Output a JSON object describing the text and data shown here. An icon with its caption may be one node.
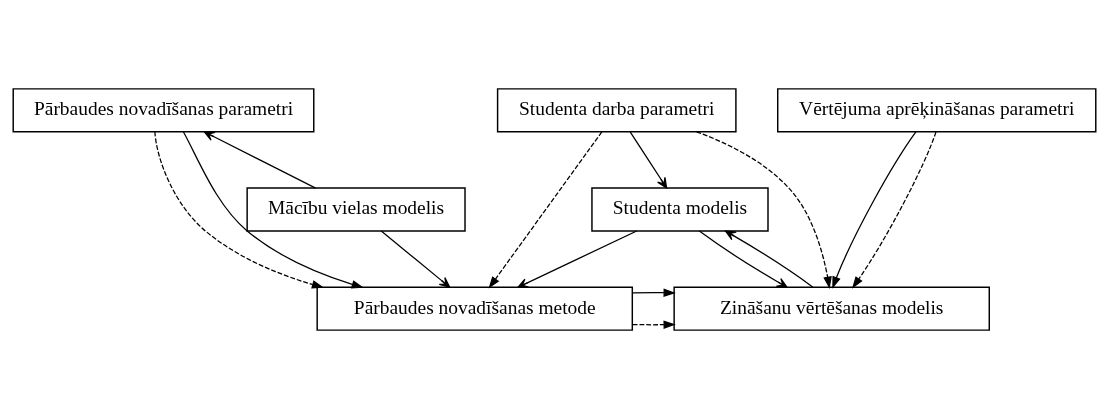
{
  "diagram": {
    "nodes": [
      {
        "text": [
          "Pārbaudes novadīšanas parametri"
        ]
      },
      {
        "text": [
          "Studenta darba parametri"
        ]
      },
      {
        "text": [
          "Vērtējuma aprēķināšanas parametri"
        ]
      },
      {
        "text": [
          "Mācību vielas modelis"
        ]
      },
      {
        "text": [
          "Studenta modelis"
        ]
      },
      {
        "text": [
          "Pārbaudes novadīšanas metode"
        ]
      },
      {
        "text": [
          "Zināšanu vērtēšanas modelis"
        ]
      }
    ],
    "edges": [
      {
        "from": 0,
        "to": 5,
        "arrow": "to",
        "style": "dashed"
      },
      {
        "from": 0,
        "to": 5,
        "arrow": "to"
      },
      {
        "from": 3,
        "to": 0,
        "arrow": "to"
      },
      {
        "from": 3,
        "to": 5,
        "arrow": "to"
      },
      {
        "from": 1,
        "to": 5,
        "arrow": "to",
        "style": "dashed"
      },
      {
        "from": 1,
        "to": 4,
        "arrow": "to"
      },
      {
        "from": 1,
        "to": 6,
        "arrow": "to",
        "style": "dashed"
      },
      {
        "from": 4,
        "to": 5,
        "arrow": "to"
      },
      {
        "from": 4,
        "to": 6,
        "arrow": "to"
      },
      {
        "from": 6,
        "to": 4,
        "arrow": "to"
      },
      {
        "from": 2,
        "to": 6,
        "arrow": "to"
      },
      {
        "from": 2,
        "to": 6,
        "arrow": "to",
        "style": "dashed"
      },
      {
        "from": 5,
        "to": 6,
        "arrow": "to",
        "style": "dashed"
      },
      {
        "from": 5,
        "to": 6,
        "arrow": "to"
      }
    ]
  }
}
